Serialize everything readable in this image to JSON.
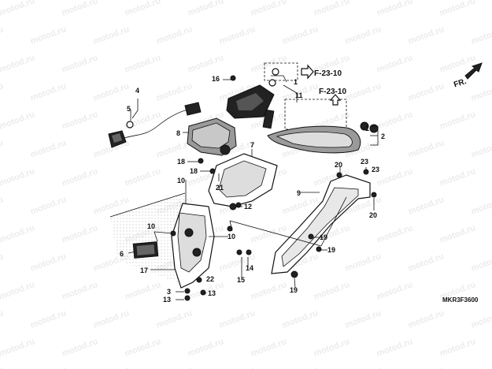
{
  "diagram": {
    "watermark_text": "motod.ru",
    "direction_label": "FR.",
    "diagram_code": "MKR3F3600",
    "references": [
      "F-23-10",
      "F-23-10"
    ],
    "callouts": [
      "1",
      "1",
      "2",
      "3",
      "4",
      "5",
      "6",
      "7",
      "8",
      "9",
      "10",
      "10",
      "10",
      "11",
      "12",
      "13",
      "13",
      "14",
      "15",
      "16",
      "17",
      "18",
      "18",
      "19",
      "19",
      "19",
      "20",
      "20",
      "21",
      "22",
      "23",
      "23"
    ]
  }
}
